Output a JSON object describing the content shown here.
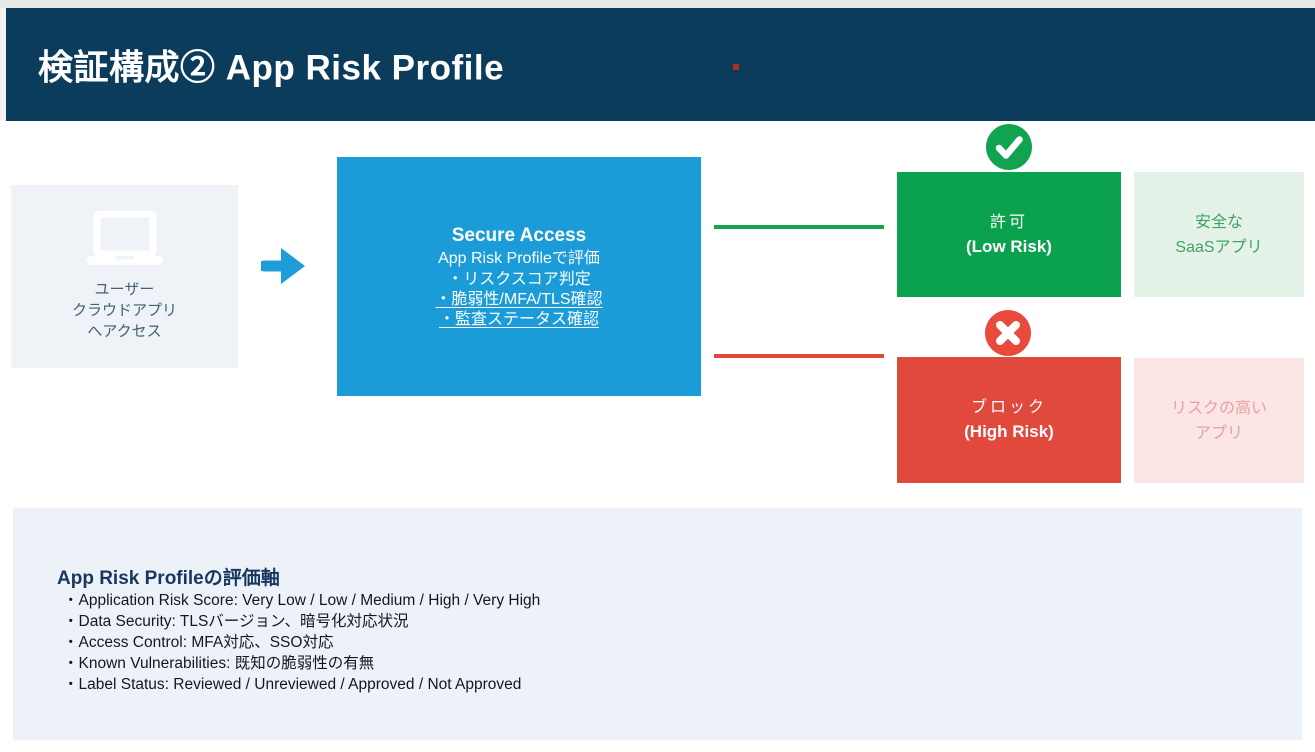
{
  "header": {
    "title": "検証構成② App Risk Profile"
  },
  "flow": {
    "user_box": {
      "lines": [
        "ユーザー",
        "クラウドアプリ",
        "へアクセス"
      ]
    },
    "secure_access_box": {
      "title": "Secure Access",
      "subtitle": "App Risk Profileで評価",
      "bullets": [
        "・リスクスコア判定",
        "・脆弱性/MFA/TLS確認",
        "・監査ステータス確認"
      ]
    },
    "allow_box": {
      "line1": "許可",
      "line2": "(Low Risk)"
    },
    "block_box": {
      "line1": "ブロック",
      "line2": "(High Risk)"
    },
    "safe_box": {
      "line1": "安全な",
      "line2": "SaaSアプリ"
    },
    "risky_box": {
      "line1": "リスクの高い",
      "line2": "アプリ"
    }
  },
  "criteria": {
    "heading": "App Risk Profileの評価軸",
    "items": [
      "・Application Risk Score: Very Low / Low / Medium / High / Very High",
      "・Data Security: TLSバージョン、暗号化対応状況",
      "・Access Control: MFA対応、SSO対応",
      "・Known Vulnerabilities: 既知の脆弱性の有無",
      "・Label Status: Reviewed / Unreviewed / Approved / Not Approved"
    ]
  },
  "icons": {
    "laptop": "laptop-icon",
    "arrow": "flow-arrow-icon",
    "check": "check-circle-icon",
    "cross": "cross-circle-icon"
  },
  "colors": {
    "header_navy": "#0c3c5c",
    "secure_blue": "#1b9cd9",
    "allow_green": "#0aa24f",
    "safe_bg_green": "#e5f2e7",
    "safe_text_green": "#3ea465",
    "block_red": "#e2493d",
    "risky_bg_pink": "#fbe5e5",
    "risky_text_pink": "#eba0a0",
    "connector_green": "#17a24d",
    "connector_red": "#e04937",
    "panel_bg": "#edf2f8",
    "heading_navy": "#17375e",
    "user_box_bg": "#eff3f7"
  }
}
